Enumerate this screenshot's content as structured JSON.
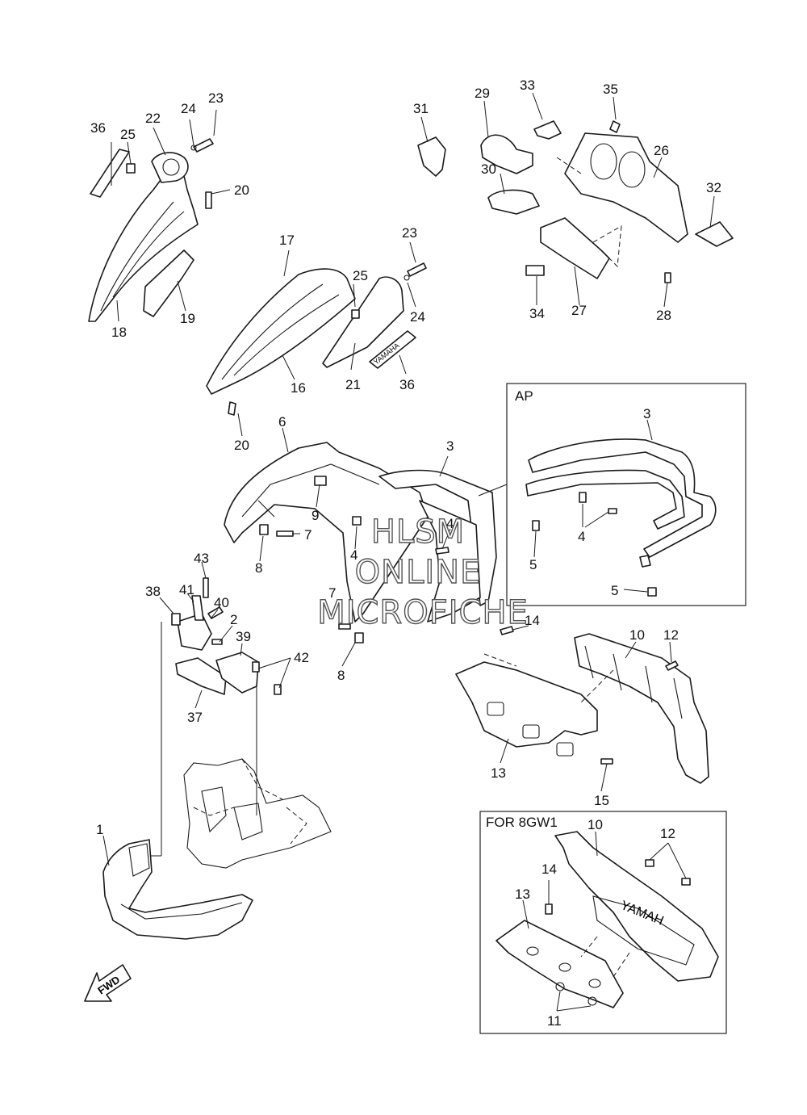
{
  "callouts": {
    "c1": "1",
    "c2": "2",
    "c3a": "3",
    "c3b": "3",
    "c4a": "4",
    "c4b": "4",
    "c4c": "4",
    "c5a": "5",
    "c5b": "5",
    "c6": "6",
    "c7a": "7",
    "c7b": "7",
    "c8a": "8",
    "c8b": "8",
    "c9": "9",
    "c10a": "10",
    "c10b": "10",
    "c11": "11",
    "c12a": "12",
    "c12b": "12",
    "c13a": "13",
    "c13b": "13",
    "c14a": "14",
    "c14b": "14",
    "c15": "15",
    "c16": "16",
    "c17": "17",
    "c18": "18",
    "c19": "19",
    "c20a": "20",
    "c20b": "20",
    "c21": "21",
    "c22": "22",
    "c23a": "23",
    "c23b": "23",
    "c24a": "24",
    "c24b": "24",
    "c25a": "25",
    "c25b": "25",
    "c26": "26",
    "c27": "27",
    "c28": "28",
    "c29": "29",
    "c30": "30",
    "c31": "31",
    "c32": "32",
    "c33": "33",
    "c34": "34",
    "c35": "35",
    "c36a": "36",
    "c36b": "36",
    "c37": "37",
    "c38": "38",
    "c39": "39",
    "c40": "40",
    "c41": "41",
    "c42": "42",
    "c43": "43"
  },
  "frames": {
    "ap_title": "AP",
    "for8gw1_title": "FOR 8GW1"
  },
  "badges": {
    "fwd": "FWD",
    "yamaha_decal": "YAMAHA",
    "yamaha_flap": "YAMAH"
  },
  "watermark": {
    "line1": "HLSM",
    "line2": "ONLINE",
    "line3": "MICROFICHE"
  }
}
